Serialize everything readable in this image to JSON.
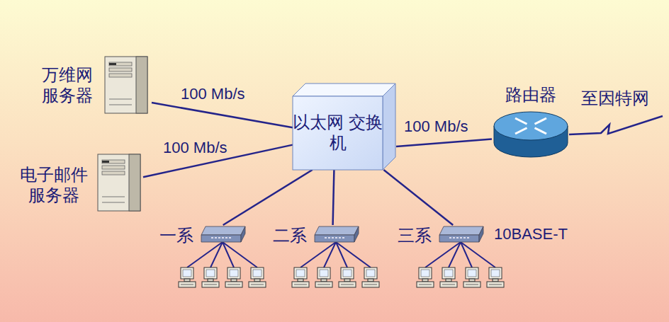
{
  "diagram": {
    "nodes": [
      {
        "text": [
          "万维网 服务器"
        ]
      },
      {
        "text": [
          "电子邮件 服务器"
        ]
      },
      {
        "text": [
          "以太网 交换机"
        ]
      },
      {
        "text": [
          "路由器"
        ]
      },
      {
        "text": [
          "一系"
        ]
      },
      {
        "text": [
          "二系"
        ]
      },
      {
        "text": [
          "三系"
        ]
      }
    ],
    "edges": [
      {
        "from": 0,
        "to": 2,
        "arrow": "none",
        "label": "100 Mb/s"
      },
      {
        "from": 1,
        "to": 2,
        "arrow": "none",
        "label": "100 Mb/s"
      },
      {
        "from": 2,
        "to": 3,
        "arrow": "none",
        "label": "100 Mb/s"
      },
      {
        "from": 2,
        "to": 4,
        "arrow": "none"
      },
      {
        "from": 2,
        "to": 5,
        "arrow": "none"
      },
      {
        "from": 2,
        "to": 6,
        "arrow": "none"
      }
    ],
    "labels": [
      "至因特网",
      "10BASE-T"
    ]
  }
}
